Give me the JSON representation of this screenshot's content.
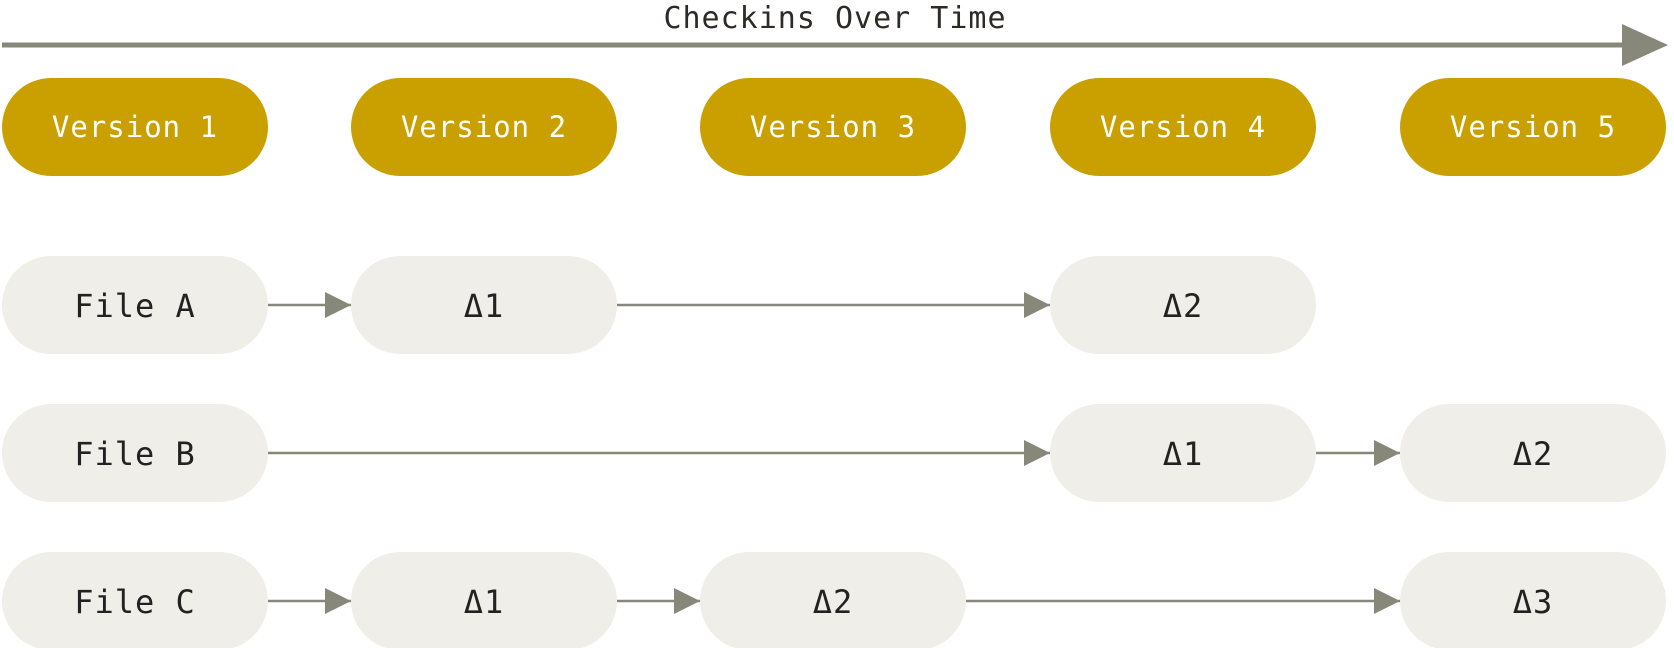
{
  "title": "Checkins Over Time",
  "colors": {
    "version_fill": "#c9a000",
    "node_fill": "#efeee9",
    "line": "#87877a",
    "title_text": "#2e2b26",
    "version_text": "#ffffff",
    "node_text": "#222222"
  },
  "versions": [
    {
      "label": "Version 1"
    },
    {
      "label": "Version 2"
    },
    {
      "label": "Version 3"
    },
    {
      "label": "Version 4"
    },
    {
      "label": "Version 5"
    }
  ],
  "files": [
    {
      "label": "File A",
      "deltas": [
        {
          "label": "Δ1",
          "version": 2
        },
        {
          "label": "Δ2",
          "version": 4
        }
      ]
    },
    {
      "label": "File B",
      "deltas": [
        {
          "label": "Δ1",
          "version": 4
        },
        {
          "label": "Δ2",
          "version": 5
        }
      ]
    },
    {
      "label": "File C",
      "deltas": [
        {
          "label": "Δ1",
          "version": 2
        },
        {
          "label": "Δ2",
          "version": 3
        },
        {
          "label": "Δ3",
          "version": 5
        }
      ]
    }
  ]
}
